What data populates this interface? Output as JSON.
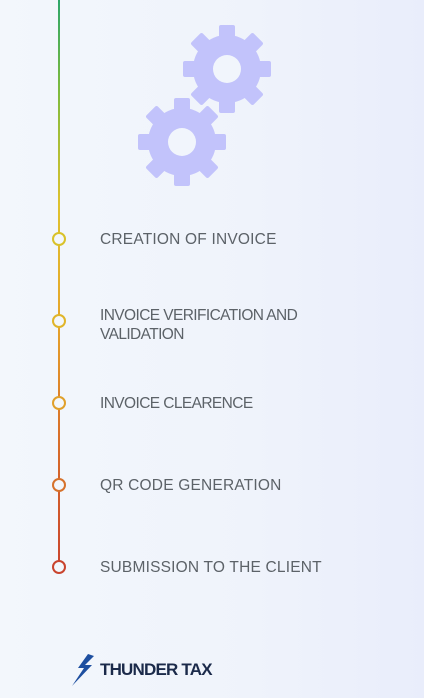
{
  "colors": {
    "gear": "#c2c3fb",
    "label": "#5c6268",
    "logo_text": "#1b2a4a",
    "logo_bolt": "#1e4fa0"
  },
  "icons": {
    "gears": "gears-icon",
    "logo_bolt": "lightning-bolt-icon"
  },
  "steps": [
    {
      "label": "CREATION OF INVOICE",
      "dot_color": "#d9c22a"
    },
    {
      "label": "INVOICE VERIFICATION AND VALIDATION",
      "dot_color": "#e0b52a"
    },
    {
      "label": "INVOICE CLEARENCE",
      "dot_color": "#e0a02b"
    },
    {
      "label": "QR CODE GENERATION",
      "dot_color": "#d6722c"
    },
    {
      "label": "SUBMISSION TO THE CLIENT",
      "dot_color": "#c9442e"
    }
  ],
  "logo": {
    "text": "THUNDER TAX"
  }
}
